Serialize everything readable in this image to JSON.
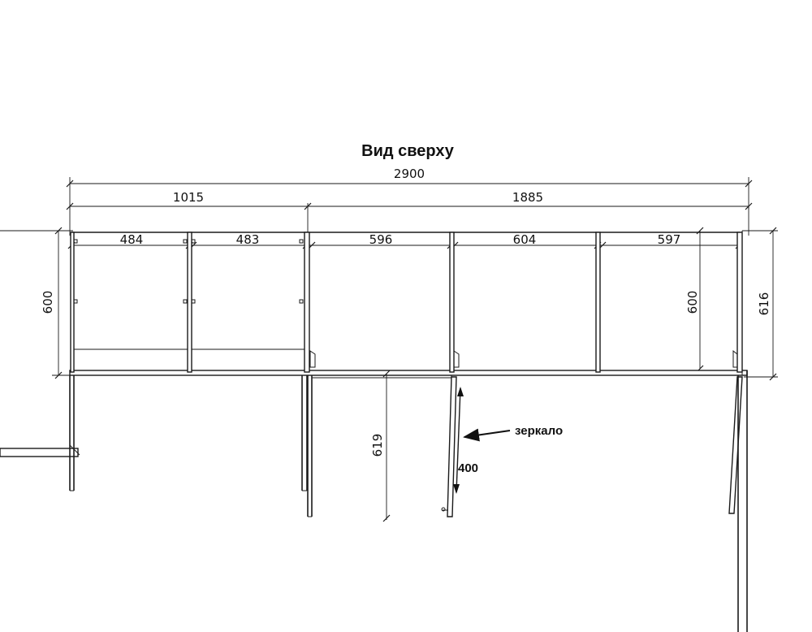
{
  "title": "Вид сверху",
  "dimensions": {
    "total": "2900",
    "left_section": "1015",
    "right_section": "1885",
    "bay1": "484",
    "bay2": "483",
    "bay3": "596",
    "bay4": "604",
    "bay5": "597",
    "depth_left": "600",
    "depth_right": "600",
    "depth_outer": "616",
    "door_open": "619",
    "mirror_length": "400"
  },
  "annotation": {
    "mirror_label": "зеркало"
  }
}
